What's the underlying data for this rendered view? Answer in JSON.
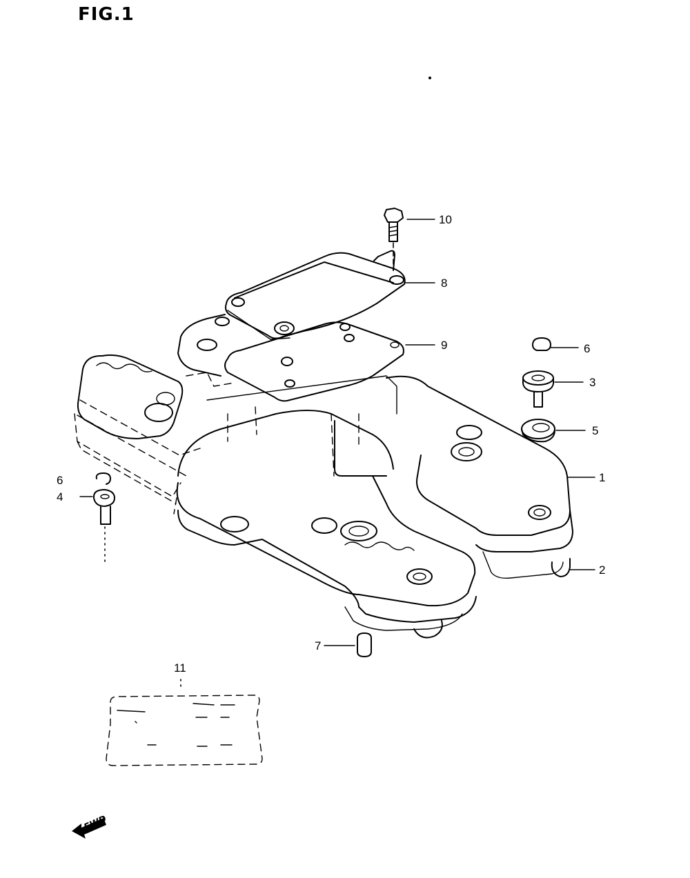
{
  "figure": {
    "title": "FIG.1"
  },
  "callouts": [
    {
      "id": "callout-10",
      "label": "10",
      "part": "bolt"
    },
    {
      "id": "callout-8",
      "label": "8",
      "part": "breather-cover"
    },
    {
      "id": "callout-9",
      "label": "9",
      "part": "breather-cover-gasket"
    },
    {
      "id": "callout-6a",
      "label": "6",
      "part": "cap"
    },
    {
      "id": "callout-3",
      "label": "3",
      "part": "cover-bolt"
    },
    {
      "id": "callout-5",
      "label": "5",
      "part": "washer"
    },
    {
      "id": "callout-1",
      "label": "1",
      "part": "cylinder-head-cover"
    },
    {
      "id": "callout-2",
      "label": "2",
      "part": "head-cover-gasket"
    },
    {
      "id": "callout-6b",
      "label": "6",
      "part": "cap"
    },
    {
      "id": "callout-4",
      "label": "4",
      "part": "cover-bolt"
    },
    {
      "id": "callout-7",
      "label": "7",
      "part": "plug"
    },
    {
      "id": "callout-11",
      "label": "11",
      "part": "label"
    }
  ],
  "direction": {
    "label": "FWD"
  }
}
